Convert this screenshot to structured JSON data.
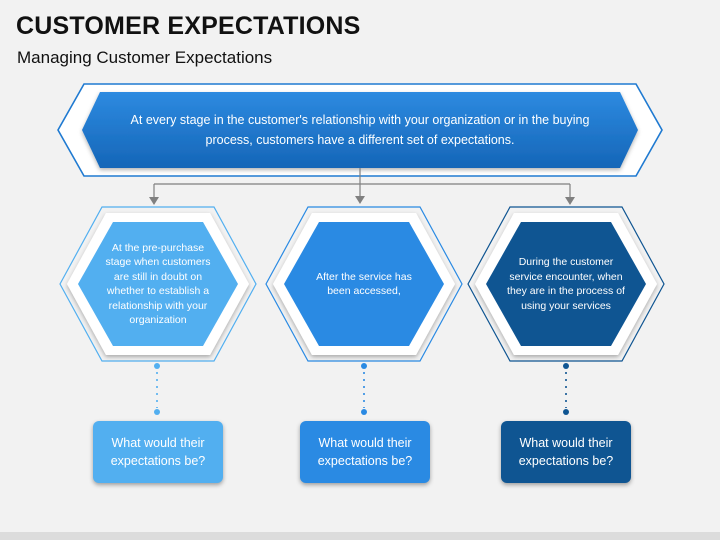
{
  "slide": {
    "title": "CUSTOMER EXPECTATIONS",
    "subtitle": "Managing Customer Expectations"
  },
  "banner": {
    "text": "At every stage in the customer's relationship with your organization or in the buying process, customers have a different set of expectations.",
    "color": "#1f7ad1"
  },
  "stages": [
    {
      "text": "At the pre-purchase stage when customers are still in doubt on whether to establish a relationship with your organization",
      "color": "#52aff0"
    },
    {
      "text": "After the service has been accessed,",
      "color": "#2a8ae3"
    },
    {
      "text": "During the customer service encounter, when they are in the process of using your services",
      "color": "#0f5592"
    }
  ],
  "questions": [
    {
      "text": "What would their expectations be?",
      "color": "#52aff0"
    },
    {
      "text": "What would their expectations be?",
      "color": "#2a8ae3"
    },
    {
      "text": "What would their expectations be?",
      "color": "#0f5592"
    }
  ]
}
